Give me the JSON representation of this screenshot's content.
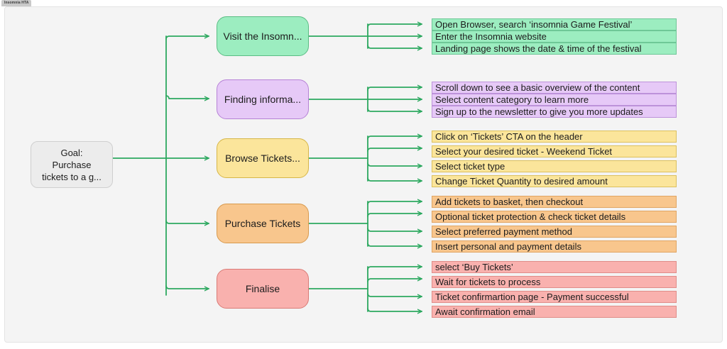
{
  "window": {
    "tab_label": "Insomnia HTA"
  },
  "diagram": {
    "type": "hierarchical-task-analysis",
    "edge_color": "#2ca85f",
    "root": {
      "label": "Goal: Purchase tickets to a g...",
      "line1": "Goal:",
      "line2": "Purchase",
      "line3": "tickets to a g...",
      "fill": "#ececec"
    },
    "branches": [
      {
        "label": "Visit the Insomn...",
        "fill": "#9cedc0",
        "color_name": "green",
        "steps": [
          "Open Browser, search ‘insomnia Game Festival’",
          "Enter the Insomnia website",
          "Landing page shows the date & time of the festival"
        ]
      },
      {
        "label": "Finding informa...",
        "fill": "#e6c9f7",
        "color_name": "purple",
        "steps": [
          "Scroll down to see a basic overview of the content",
          "Select content category to learn more",
          "Sign up to the newsletter to give you more updates"
        ]
      },
      {
        "label": "Browse Tickets...",
        "fill": "#fbe59b",
        "color_name": "yellow",
        "steps": [
          "Click on ‘Tickets’ CTA on the header",
          "Select your desired ticket - Weekend Ticket",
          "Select ticket type",
          "Change Ticket Quantity to desired amount"
        ]
      },
      {
        "label": "Purchase Tickets",
        "fill": "#f8c68d",
        "color_name": "orange",
        "steps": [
          "Add tickets to basket, then checkout",
          "Optional ticket protection & check ticket details",
          "Select preferred payment method",
          "Insert personal and payment details"
        ]
      },
      {
        "label": "Finalise",
        "fill": "#f9b1ae",
        "color_name": "red",
        "steps": [
          "select ‘Buy Tickets’",
          "Wait for tickets to process",
          "Ticket confirmartion page - Payment successful",
          "Await confirmation email"
        ]
      }
    ]
  }
}
